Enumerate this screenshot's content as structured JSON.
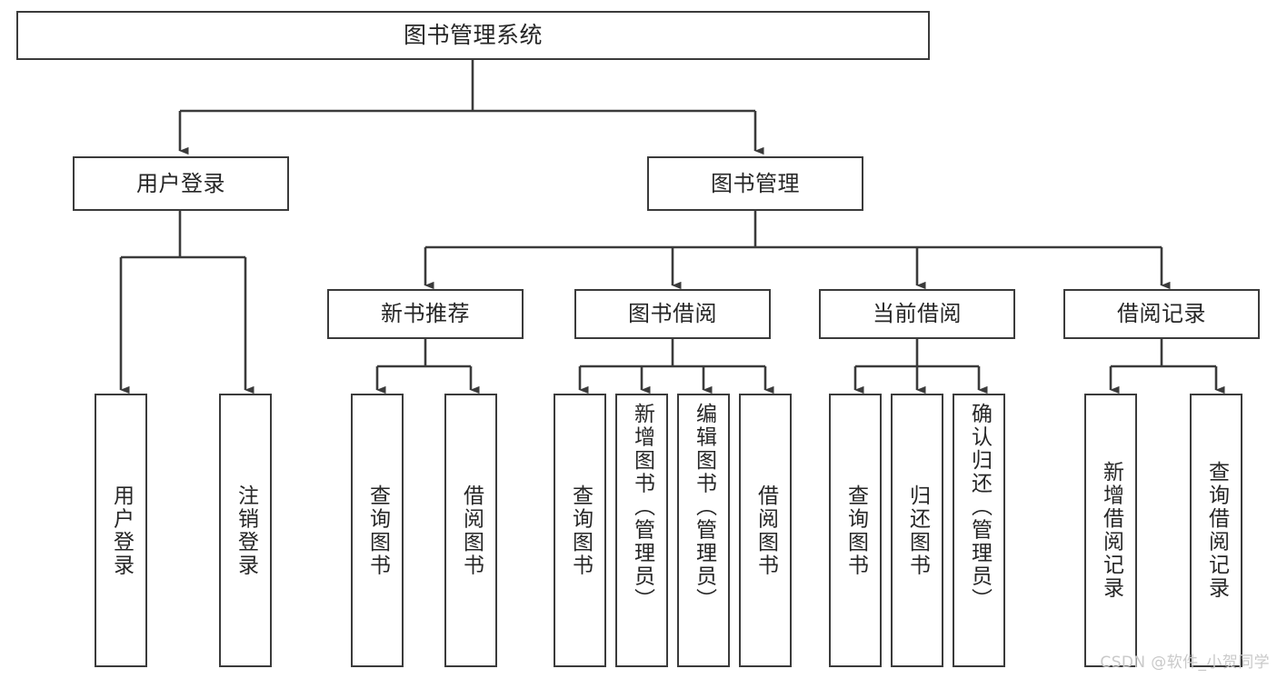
{
  "diagram": {
    "title": "图书管理系统",
    "type": "hierarchy-tree",
    "line_color": "#3b3b3b",
    "box_fill": "#ffffff",
    "text_color": "#262626",
    "watermark": "CSDN @软件_小贺同学",
    "levels": {
      "root": {
        "label": "图书管理系统"
      },
      "level2": [
        {
          "label": "用户登录"
        },
        {
          "label": "图书管理"
        }
      ],
      "level3": [
        {
          "label": "新书推荐"
        },
        {
          "label": "图书借阅"
        },
        {
          "label": "当前借阅"
        },
        {
          "label": "借阅记录"
        }
      ],
      "leaves": {
        "user_login": [
          {
            "label": "用户登录"
          },
          {
            "label": "注销登录"
          }
        ],
        "new_book_recommend": [
          {
            "label": "查询图书"
          },
          {
            "label": "借阅图书"
          }
        ],
        "book_borrow": [
          {
            "label": "查询图书"
          },
          {
            "label": "新增图书（管理员）"
          },
          {
            "label": "编辑图书（管理员）"
          },
          {
            "label": "借阅图书"
          }
        ],
        "current_borrow": [
          {
            "label": "查询图书"
          },
          {
            "label": "归还图书"
          },
          {
            "label": "确认归还（管理员）"
          }
        ],
        "borrow_records": [
          {
            "label": "新增借阅记录"
          },
          {
            "label": "查询借阅记录"
          }
        ]
      }
    }
  }
}
